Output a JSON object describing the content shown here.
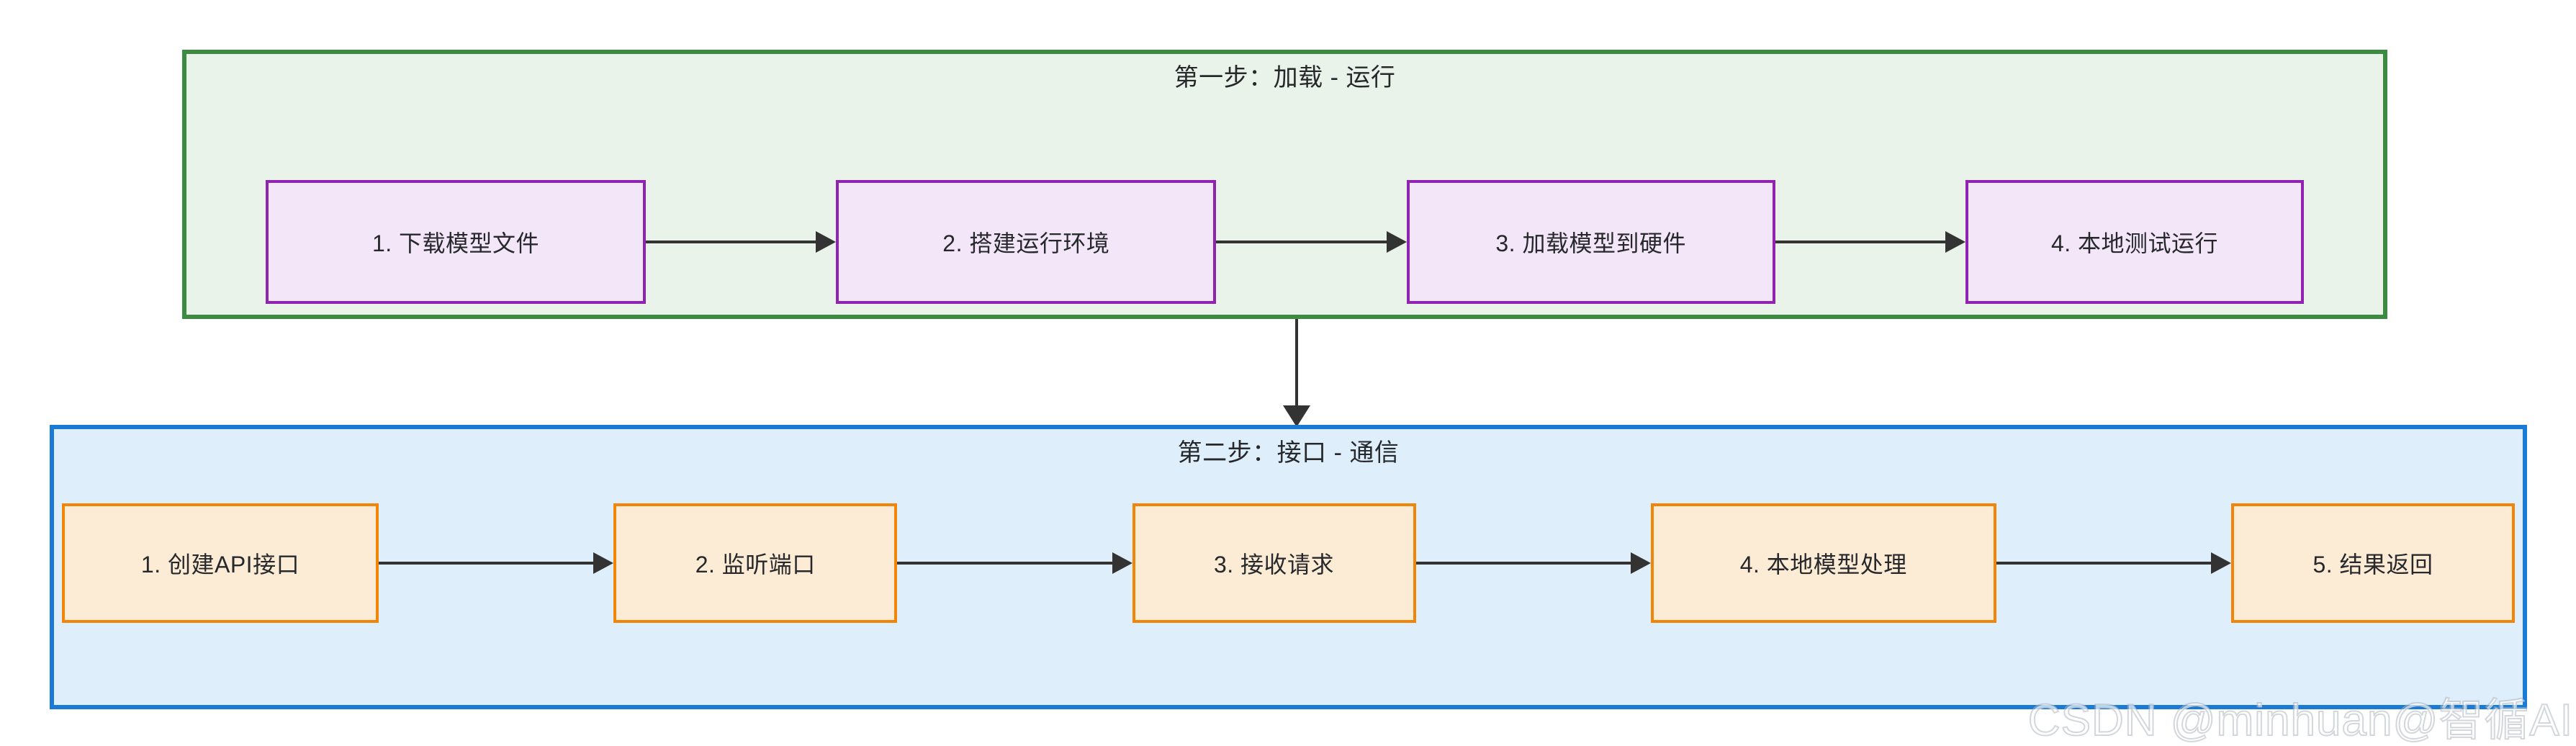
{
  "diagram": {
    "type": "flowchart",
    "orientation": "two-stacked-horizontal-groups",
    "groups": [
      {
        "id": "step-one-load-run",
        "title": "第一步：加载 - 运行",
        "accent_color": "#3d8b40",
        "fill_color": "#e9f3e9",
        "node_border_color": "#9123b3",
        "node_fill_color": "#f4e6f9",
        "nodes": [
          {
            "label": "1. 下载模型文件"
          },
          {
            "label": "2. 搭建运行环境"
          },
          {
            "label": "3. 加载模型到硬件"
          },
          {
            "label": "4. 本地测试运行"
          }
        ]
      },
      {
        "id": "step-two-api-comm",
        "title": "第二步：接口 - 通信",
        "accent_color": "#1a7ad4",
        "fill_color": "#deeefb",
        "node_border_color": "#f08508",
        "node_fill_color": "#fdecd5",
        "nodes": [
          {
            "label": "1. 创建API接口"
          },
          {
            "label": "2. 监听端口"
          },
          {
            "label": "3. 接收请求"
          },
          {
            "label": "4. 本地模型处理"
          },
          {
            "label": "5. 结果返回"
          }
        ]
      }
    ],
    "connector_color": "#333333"
  },
  "watermark": {
    "text": "CSDN @minhuan@智循AI"
  }
}
